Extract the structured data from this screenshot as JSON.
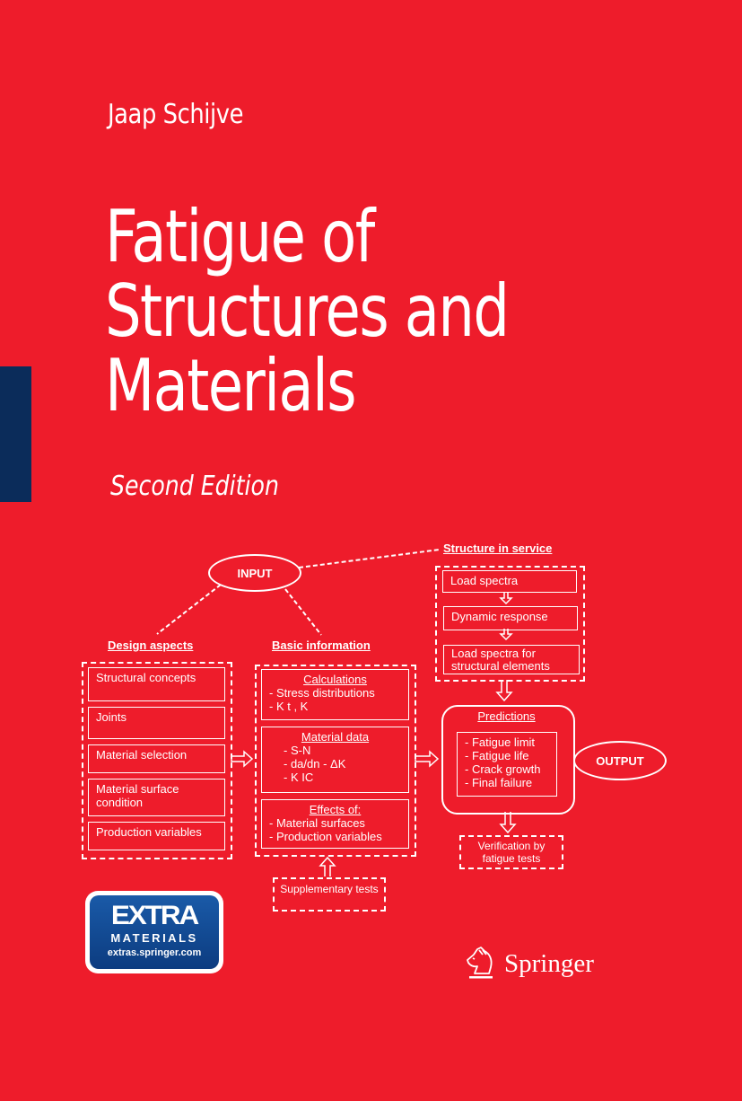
{
  "cover": {
    "author": "Jaap Schijve",
    "title_lines": [
      "Fatigue of",
      "Structures and",
      "Materials"
    ],
    "edition": "Second Edition",
    "colors": {
      "background": "#ee1c2b",
      "spine_bar": "#0b2c5a",
      "badge_blue": "#1a5aa8",
      "text": "#ffffff"
    }
  },
  "diagram": {
    "input_label": "INPUT",
    "output_label": "OUTPUT",
    "design_aspects": {
      "header": "Design aspects",
      "items": [
        "Structural concepts",
        "Joints",
        "Material selection",
        "Material surface condition",
        "Production variables"
      ]
    },
    "basic_information": {
      "header": "Basic information",
      "calculations": {
        "title": "Calculations",
        "items": [
          "- Stress distributions",
          "- K t , K"
        ]
      },
      "material_data": {
        "title": "Material data",
        "items": [
          "-  S-N",
          "-  da/dn - ΔK",
          "-  K IC"
        ]
      },
      "effects": {
        "title": "Effects of:",
        "items": [
          "-  Material surfaces",
          "-  Production variables"
        ]
      }
    },
    "supplementary": "Supplementary tests",
    "structure_in_service": {
      "header": "Structure in service",
      "items": [
        "Load spectra",
        "Dynamic response",
        "Load spectra for structural elements"
      ]
    },
    "predictions": {
      "title": "Predictions",
      "items": [
        "-  Fatigue limit",
        "-  Fatigue life",
        "-  Crack growth",
        "-  Final failure"
      ]
    },
    "verification": "Verification by fatigue tests"
  },
  "badge": {
    "line1": "EXTRA",
    "line2": "MATERIALS",
    "url": "extras.springer.com"
  },
  "publisher": {
    "name": "Springer",
    "logo_icon": "knight-chess-piece-icon"
  }
}
